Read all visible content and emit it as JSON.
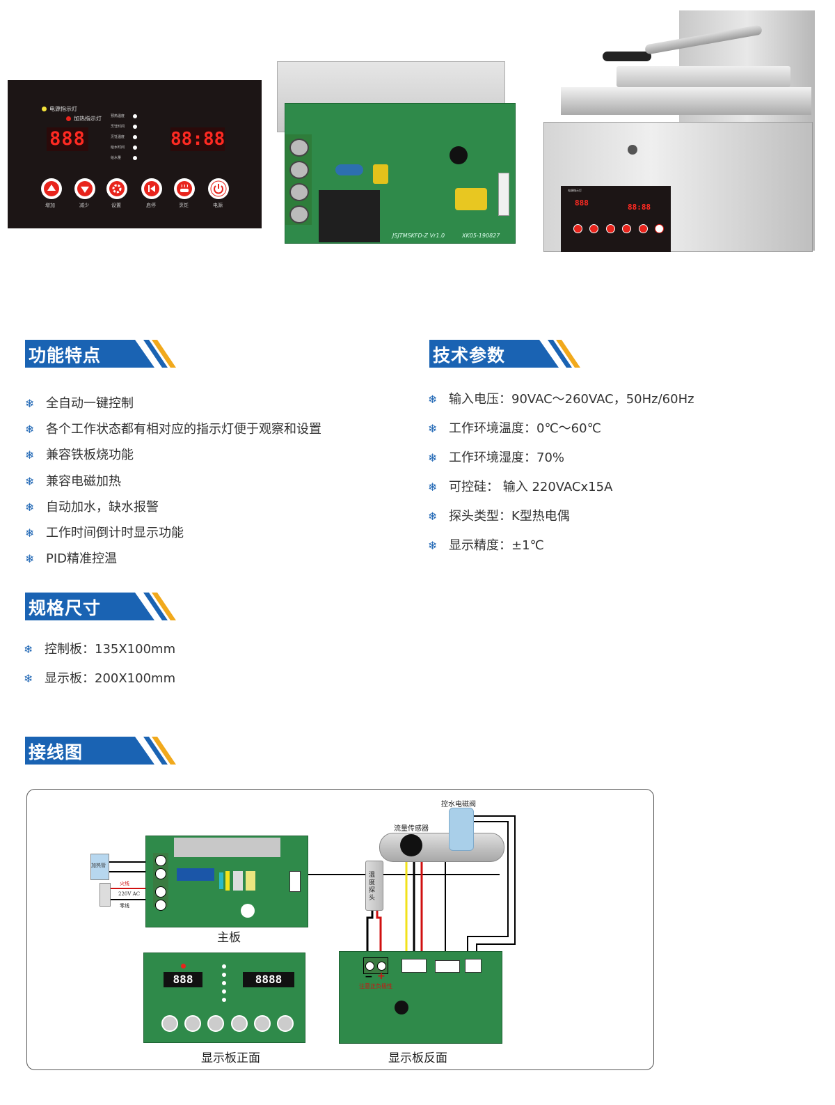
{
  "panel": {
    "power_indicator": "电源指示灯",
    "heat_indicator": "加热指示灯",
    "temp_display": "888",
    "time_display": "88:88",
    "leds": [
      "预热温度",
      "烹饪时间",
      "烹饪温度",
      "给水时间",
      "给水量"
    ],
    "buttons": [
      "增加",
      "减少",
      "设置",
      "启停",
      "烹饪",
      "电源"
    ]
  },
  "board": {
    "model": "JSJTMSKFD-Z Vr1.0",
    "serial": "XK05-190827"
  },
  "appliance": {
    "label": "电源指示灯",
    "temp_display": "888",
    "time_display": "88:88"
  },
  "features": {
    "title": "功能特点",
    "items": [
      "全自动一键控制",
      "各个工作状态都有相对应的指示灯便于观察和设置",
      "兼容铁板烧功能",
      "兼容电磁加热",
      "自动加水，缺水报警",
      "工作时间倒计时显示功能",
      "PID精准控温"
    ]
  },
  "tech": {
    "title": "技术参数",
    "items": [
      "输入电压：90VAC～260VAC，50Hz/60Hz",
      "工作环境温度：0℃～60℃",
      "工作环境湿度：70%",
      "可控硅： 输入 220VACx15A",
      "探头类型：K型热电偶",
      "显示精度：±1℃"
    ]
  },
  "spec": {
    "title": "规格尺寸",
    "items": [
      "控制板：135X100mm",
      "显示板：200X100mm"
    ]
  },
  "wiring": {
    "title": "接线图",
    "heater": "加热管",
    "live": "火线",
    "ac": "220V AC",
    "neutral": "零线",
    "main_board": "主板",
    "display_front": "显示板正面",
    "display_back": "显示板反面",
    "flow_sensor": "流量传感器",
    "valve": "控水电磁阀",
    "probe": "温度探头",
    "probe_note": "注意正负极性",
    "minus": "−",
    "plus": "+",
    "front_temp": "888",
    "front_time": "8888"
  },
  "colors": {
    "accent": "#1a63b3",
    "stripe": "#f1a91c",
    "board": "#2f8a4a",
    "led": "#e8241c"
  }
}
